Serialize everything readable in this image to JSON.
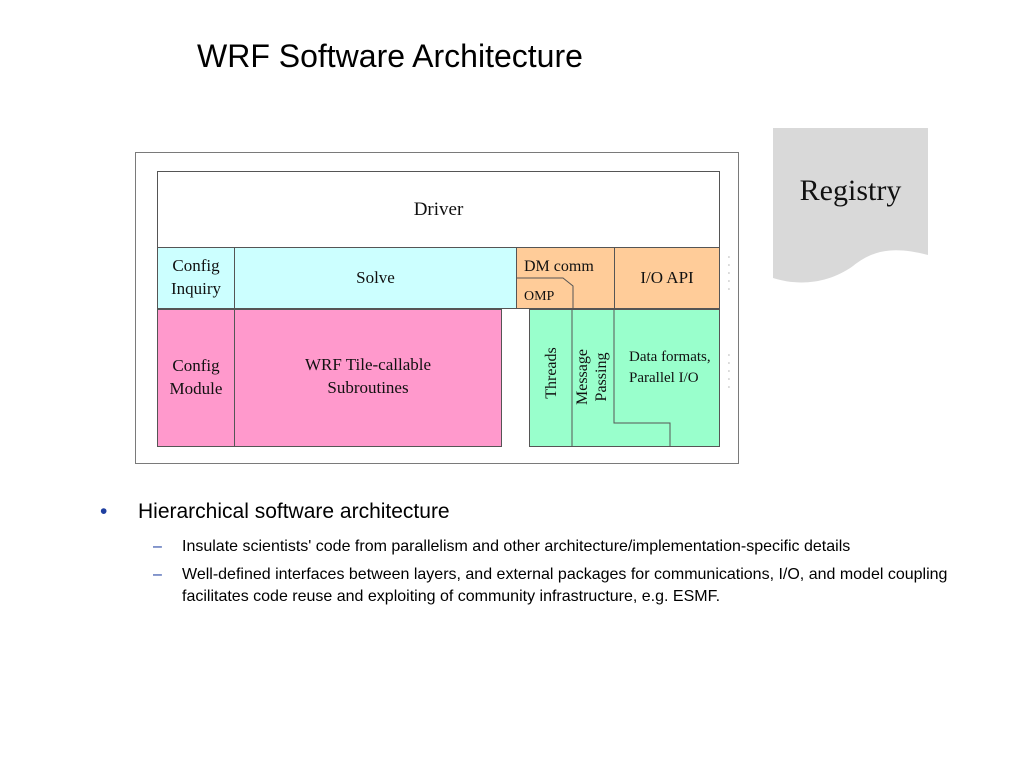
{
  "slide": {
    "title": "WRF Software Architecture"
  },
  "diagram": {
    "driver": "Driver",
    "config_inquiry": [
      "Config",
      "Inquiry"
    ],
    "solve": "Solve",
    "dm_comm": "DM comm",
    "omp": "OMP",
    "io_api": "I/O API",
    "config_module": [
      "Config",
      "Module"
    ],
    "tile_callable": [
      "WRF Tile-callable",
      "Subroutines"
    ],
    "threads": "Threads",
    "message_passing": [
      "Message",
      "Passing"
    ],
    "data_formats": [
      "Data formats,",
      "Parallel I/O"
    ],
    "registry": "Registry",
    "colors": {
      "cyan": "#ccffff",
      "pink": "#ff99cc",
      "orange": "#ffcc99",
      "green": "#99ffcc",
      "registry": "#d9d9d9"
    }
  },
  "bullets": [
    {
      "text": "Hierarchical software architecture",
      "sub": [
        "Insulate scientists' code from parallelism and other architecture/implementation-specific details",
        "Well-defined interfaces between layers, and external packages for communications, I/O, and model coupling facilitates code reuse and exploiting of community infrastructure, e.g. ESMF."
      ]
    }
  ]
}
